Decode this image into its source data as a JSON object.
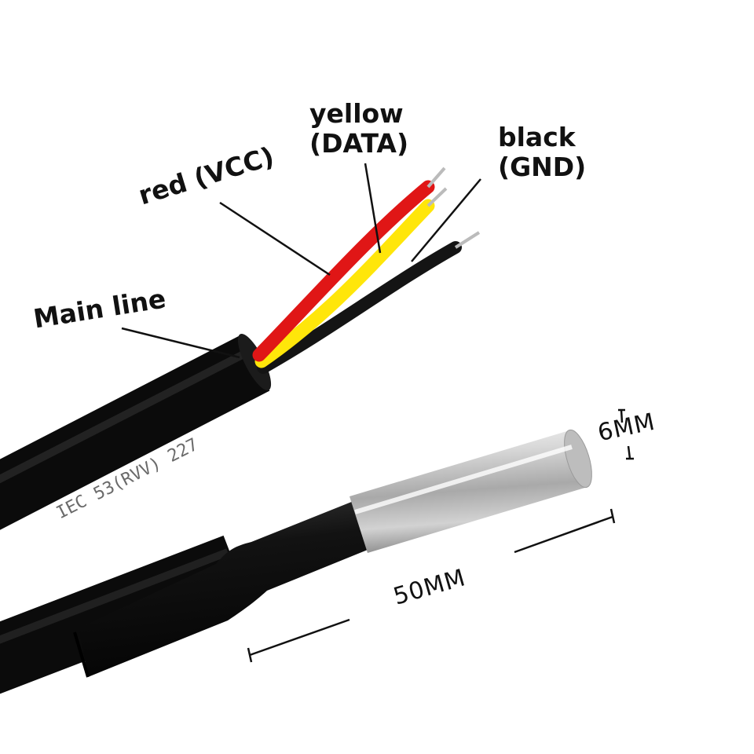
{
  "labels": {
    "yellow_name": "yellow",
    "yellow_role": "(DATA)",
    "black_name": "black",
    "black_role": "(GND)",
    "red": "red (VCC)",
    "main_line": "Main line"
  },
  "dimensions": {
    "diameter": "6MM",
    "length": "50MM"
  },
  "cable_print": "IEC 53(RVV) 227",
  "colors": {
    "red_wire": "#e01616",
    "yellow_wire": "#ffe60a",
    "black_wire": "#141414",
    "cable": "#0d0d0d",
    "steel": "#c9c9c9"
  }
}
